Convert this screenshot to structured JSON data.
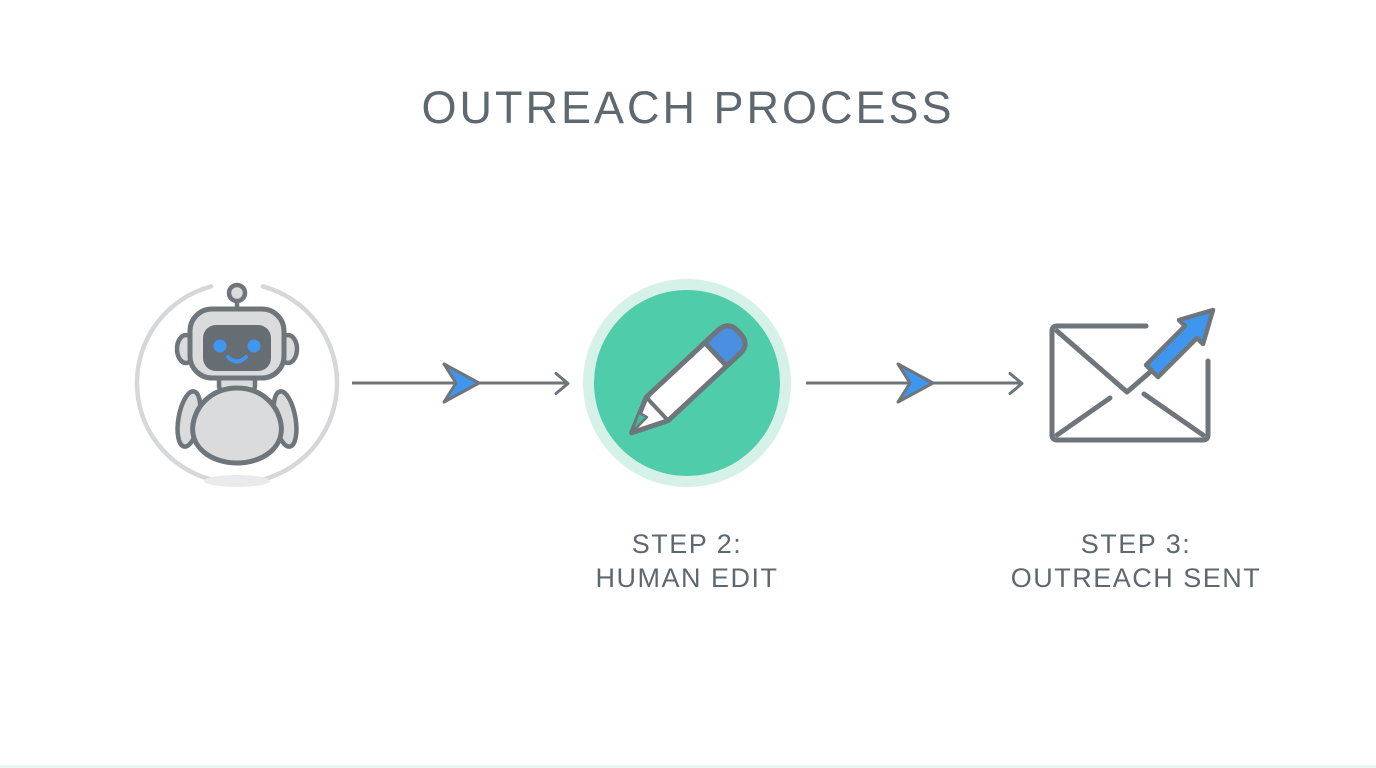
{
  "title": "OUTREACH PROCESS",
  "steps": [
    {
      "name": "ai-draft",
      "icon": "robot-icon",
      "label_top": "",
      "label_bottom": ""
    },
    {
      "name": "human-edit",
      "icon": "pencil-icon",
      "label_top": "STEP 2:",
      "label_bottom": "HUMAN EDIT"
    },
    {
      "name": "outreach-sent",
      "icon": "envelope-send-icon",
      "label_top": "STEP 3:",
      "label_bottom": "OUTREACH SENT"
    }
  ],
  "colors": {
    "background": "#ffffff",
    "text_gray": "#5d6870",
    "outline_gray": "#6e757b",
    "light_gray_fill": "#d9dbdd",
    "arc_gray": "#d5d7d9",
    "face_gray": "#666d73",
    "shadow_gray": "#e9eaec",
    "accent_blue": "#3f96ee",
    "pencil_eraser_blue": "#4a8fe2",
    "accent_teal": "#4fccaa",
    "accent_teal_light": "#d6f1e8",
    "pencil_lead_teal": "#3fbda0",
    "pencil_white": "#ffffff",
    "footer_line": "#eaf6f1"
  }
}
